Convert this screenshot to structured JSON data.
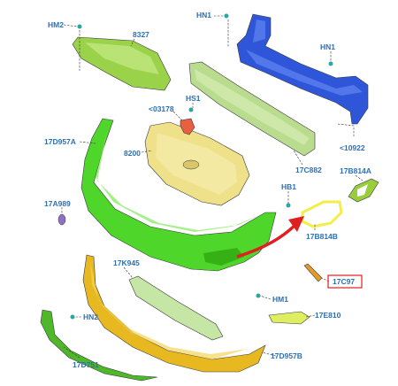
{
  "labels": {
    "hm2": "HM2",
    "p8327": "8327",
    "hn1_top": "HN1",
    "hn1_right": "HN1",
    "hs1": "HS1",
    "p03178": "<03178",
    "p10922": "<10922",
    "p17d957a": "17D957A",
    "p8200": "8200",
    "p17c882": "17C882",
    "p17b814a": "17B814A",
    "p17a989": "17A989",
    "hb1": "HB1",
    "p17b814b": "17B814B",
    "p17k945": "17K945",
    "p17c97x": "17C97",
    "hm1": "HM1",
    "hn2": "HN2",
    "p17e810": "17E810",
    "p17d751": "17D751",
    "p17d957b": "17D957B"
  },
  "colors": {
    "label": "#2d6fb3",
    "bumper_green": "#4fd62a",
    "reinforcement_blue": "#2f56d8",
    "absorber_green": "#b9dc8e",
    "grille_yellow": "#efe08a",
    "shield_green": "#9ad24a",
    "lower_orange": "#e8b820",
    "bezel_yellow": "#f2ee4a",
    "arrow_red": "#e02020",
    "highlight_box": "#e02020"
  },
  "icons": {
    "fastener": "clip-icon",
    "arrow": "red-arrow-icon"
  }
}
